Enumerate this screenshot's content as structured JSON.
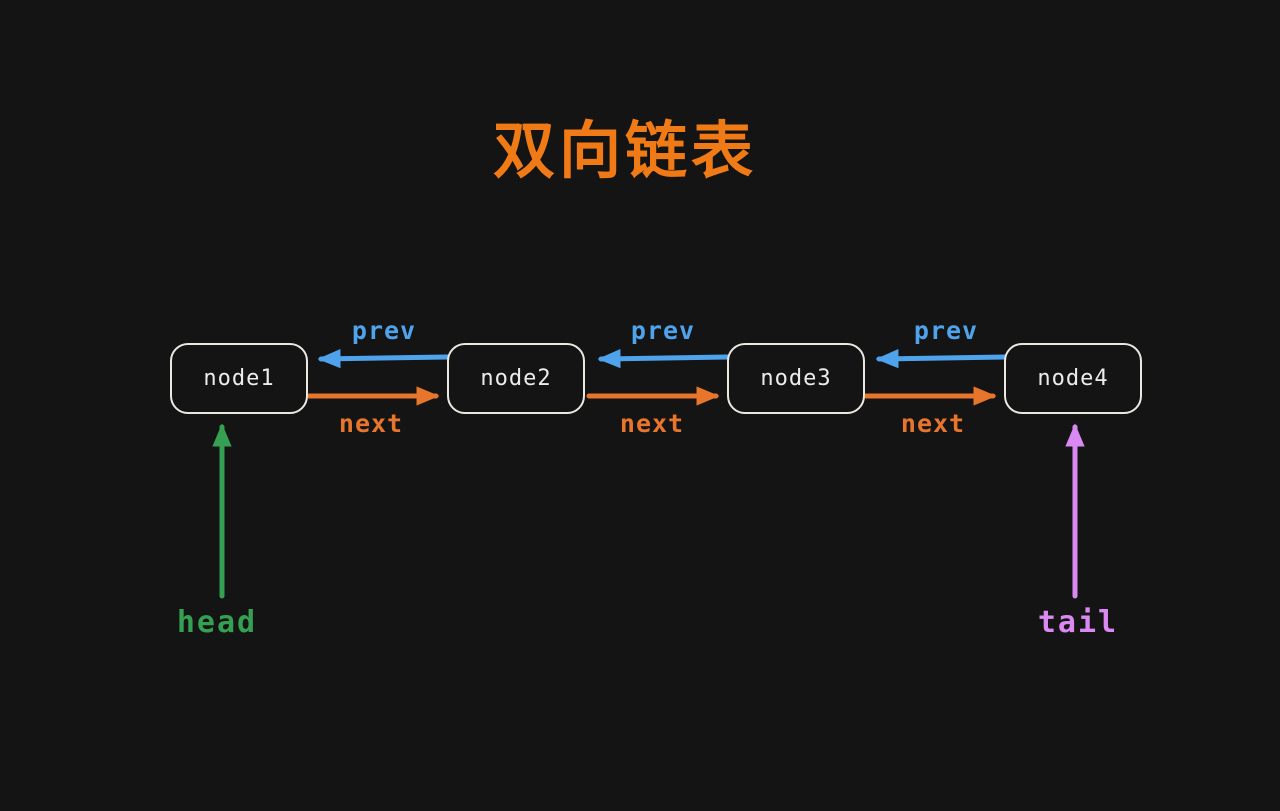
{
  "title": "双向链表",
  "colors": {
    "background": "#141414",
    "title": "#f07b16",
    "prev": "#4fa2ec",
    "next": "#e8752c",
    "head": "#35a052",
    "tail": "#da88f2",
    "node_border": "#ebe7e1",
    "node_text": "#ececec"
  },
  "nodes": [
    {
      "label": "node1"
    },
    {
      "label": "node2"
    },
    {
      "label": "node3"
    },
    {
      "label": "node4"
    }
  ],
  "links": [
    {
      "prev": "prev",
      "next": "next"
    },
    {
      "prev": "prev",
      "next": "next"
    },
    {
      "prev": "prev",
      "next": "next"
    }
  ],
  "pointers": {
    "head": "head",
    "tail": "tail"
  }
}
